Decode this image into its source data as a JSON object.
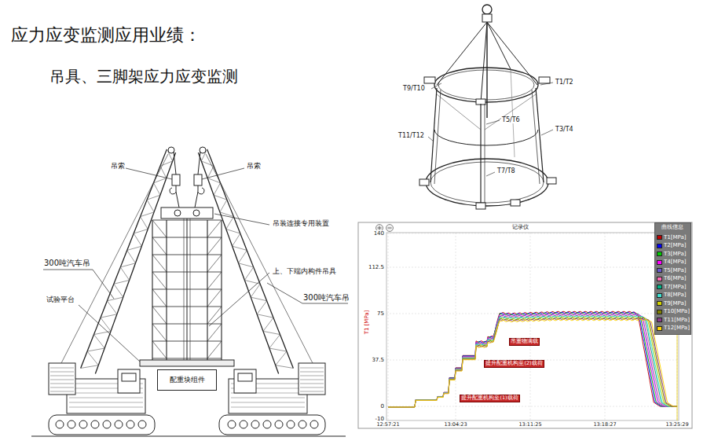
{
  "diagram": {
    "title": "应力应变监测应用业绩：",
    "nodes": [
      {
        "text": [
          "配重块组件"
        ]
      },
      {
        "text": [
          "吊重物满载"
        ]
      },
      {
        "text": [
          "提升配重机构至(2)载荷"
        ]
      },
      {
        "text": [
          "提升配重机构至(1)载荷"
        ]
      }
    ],
    "labels": [
      "吊具、三脚架应力应变监测",
      "吊索",
      "吊索",
      "吊装连接专用装置",
      "上、下端内构件吊具",
      "300吨汽车吊",
      "试验平台",
      "300吨汽车吊",
      "T9/T10",
      "T1/T2",
      "T5/T6",
      "T11/T12",
      "T3/T4",
      "T7/T8",
      "记录仪",
      "T1 [MPa]",
      "140",
      "112.5",
      "75",
      "37.5",
      "0",
      "-10",
      "12:57:21",
      "13:04:23",
      "13:11:25",
      "13:18:27",
      "13:25:29",
      "曲线信息"
    ],
    "legend": [
      {
        "text": "T1[MPa]",
        "color": "#c00000"
      },
      {
        "text": "T2[MPa]",
        "color": "#0000ff"
      },
      {
        "text": "T3[MPa]",
        "color": "#00cc00"
      },
      {
        "text": "T4[MPa]",
        "color": "#ff00ff"
      },
      {
        "text": "T5[MPa]",
        "color": "#6a5acd"
      },
      {
        "text": "T6[MPa]",
        "color": "#ff69b4"
      },
      {
        "text": "T7[MPa]",
        "color": "#00b386"
      },
      {
        "text": "T8[MPa]",
        "color": "#40e0d0"
      },
      {
        "text": "T9[MPa]",
        "color": "#d4d400"
      },
      {
        "text": "T10[MPa]",
        "color": "#808000"
      },
      {
        "text": "T11[MPa]",
        "color": "#8b3a8b"
      },
      {
        "text": "T12[MPa]",
        "color": "#ffd700"
      }
    ]
  }
}
